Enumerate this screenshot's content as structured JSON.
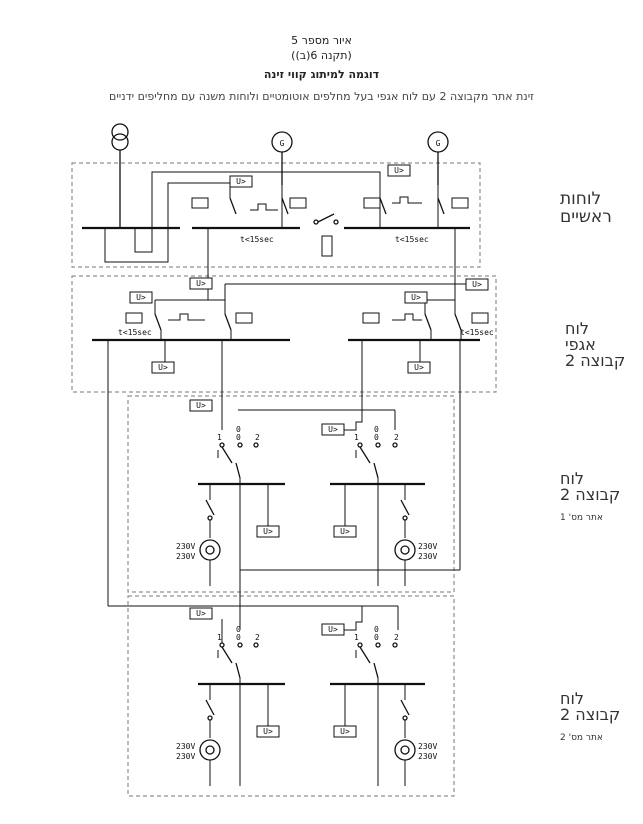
{
  "header": {
    "figure": "איור מספר 5",
    "regulation": "(תקנה 6(ב))",
    "title": "דוגמה למיתוג קווי זינה",
    "subtitle": "זינת אתר מקבוצה 2 עם לוח אגפי בעל מחלפים אוטומטיים ולוחות משנה עם מחליפים ידניים"
  },
  "symbols": {
    "generator": "G",
    "voltage_relay": "U>",
    "transfer_time": "t<15sec",
    "pos_0": "0",
    "pos_1": "1",
    "pos_2": "2",
    "voltage_230": "230V"
  },
  "panels": {
    "main": {
      "line1": "לוחות",
      "line2": "ראשיים"
    },
    "wing": {
      "line1": "לוח",
      "line2": "אגפי",
      "line3": "קבוצה 2"
    },
    "site1": {
      "line1": "לוח",
      "line2": "קבוצה 2",
      "site": "אתר מס' 1"
    },
    "site2": {
      "line1": "לוח",
      "line2": "קבוצה 2",
      "site": "אתר מס' 2"
    }
  }
}
